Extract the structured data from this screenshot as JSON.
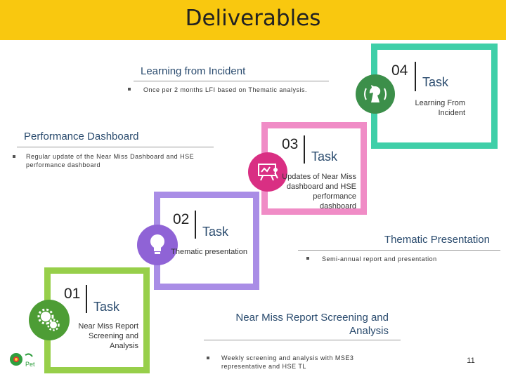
{
  "slide": {
    "title": "Deliverables",
    "page_number": "11",
    "logo_text": "Pet"
  },
  "colors": {
    "title_bar": "#f9c80f",
    "task4": "#3fcfa8",
    "task3": "#f08cc6",
    "task2": "#a98de6",
    "task1": "#97cf4a"
  },
  "tasks": [
    {
      "number": "01",
      "label": "Task",
      "description": "Near Miss Report Screening and Analysis",
      "icon": "gears-icon"
    },
    {
      "number": "02",
      "label": "Task",
      "description": "Thematic presentation",
      "icon": "lightbulb-icon"
    },
    {
      "number": "03",
      "label": "Task",
      "description": "Updates of Near Miss dashboard and HSE performance dashboard",
      "icon": "presentation-board-icon"
    },
    {
      "number": "04",
      "label": "Task",
      "description": "Learning From Incident",
      "icon": "chess-knight-icon"
    }
  ],
  "sections": {
    "lfi": {
      "heading": "Learning from Incident",
      "bullet": "Once per 2 months LFI based on Thematic analysis."
    },
    "dashboard": {
      "heading": "Performance Dashboard",
      "bullet": "Regular update of the Near Miss Dashboard and HSE performance dashboard"
    },
    "thematic": {
      "heading": "Thematic Presentation",
      "bullet": "Semi-annual report and presentation"
    },
    "screening": {
      "heading": "Near Miss Report Screening and Analysis",
      "bullet": "Weekly screening and analysis with MSE3 representative and HSE TL"
    }
  }
}
